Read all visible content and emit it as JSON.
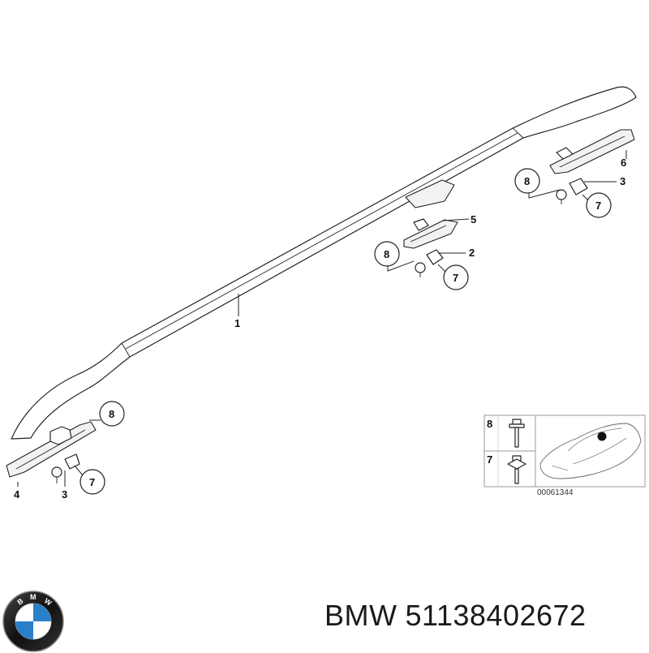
{
  "callouts": {
    "c1": "1",
    "c2": "2",
    "c3a": "3",
    "c3b": "3",
    "c4": "4",
    "c5": "5",
    "c6": "6",
    "c7a": "7",
    "c7b": "7",
    "c7c": "7",
    "c8a": "8",
    "c8b": "8",
    "c8c": "8"
  },
  "inset": {
    "row_top": "8",
    "row_bottom": "7",
    "code": "00061344"
  },
  "footer": {
    "brand": "BMW",
    "part_number": "51138402672"
  },
  "logo": {
    "letters": "BMW",
    "colors": {
      "blue": "#2a7fc9",
      "black": "#111111",
      "white": "#ffffff"
    }
  }
}
